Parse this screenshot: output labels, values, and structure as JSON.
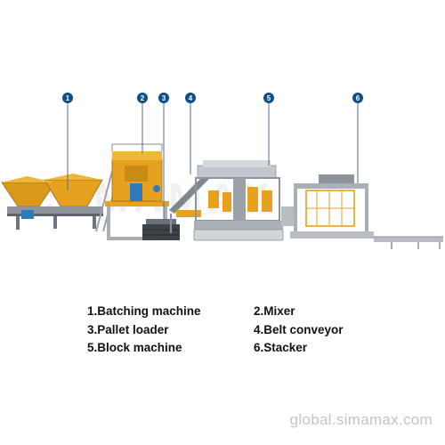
{
  "callouts": [
    {
      "number": "1",
      "name": "Batching machine"
    },
    {
      "number": "2",
      "name": "Mixer"
    },
    {
      "number": "3",
      "name": "Pallet loader"
    },
    {
      "number": "4",
      "name": "Belt conveyor"
    },
    {
      "number": "5",
      "name": "Block machine"
    },
    {
      "number": "6",
      "name": "Stacker"
    }
  ],
  "legend": [
    {
      "text": "1.Batching machine"
    },
    {
      "text": "2.Mixer"
    },
    {
      "text": "3.Pallet loader"
    },
    {
      "text": "4.Belt conveyor"
    },
    {
      "text": "5.Block machine"
    },
    {
      "text": "6.Stacker"
    }
  ],
  "watermark": "global.simamax.com",
  "colors": {
    "callout_fill": "#0d4f8b",
    "leader_line": "#4a6f9a",
    "machine_yellow": "#e6a21e",
    "machine_blue": "#2f7ab8",
    "frame_grey": "#a9b0b8"
  }
}
